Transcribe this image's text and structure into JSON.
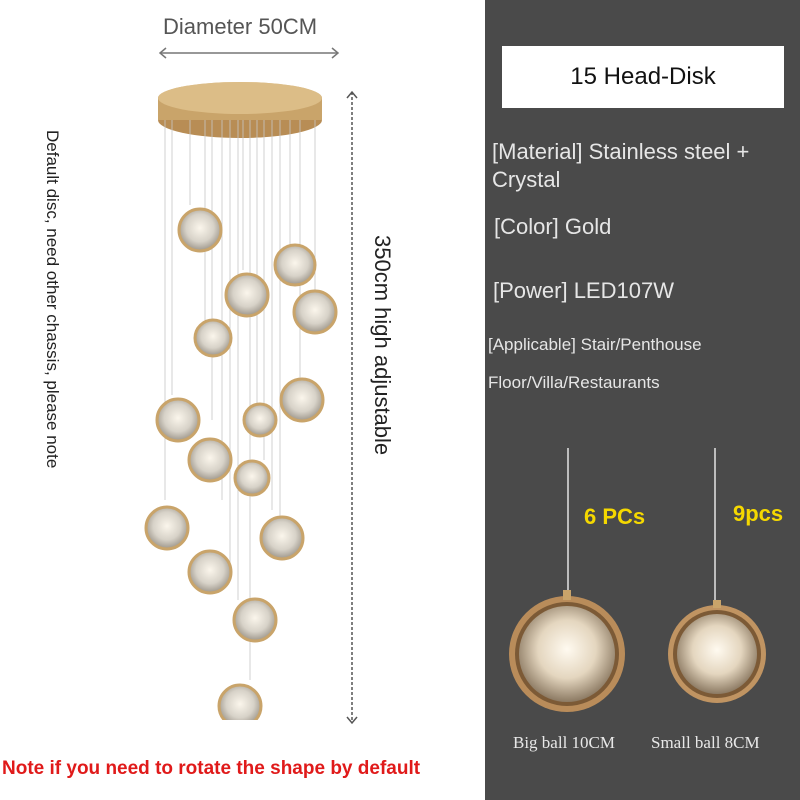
{
  "left": {
    "diameter_label": "Diameter 50CM",
    "height_label": "350cm high adjustable",
    "vertical_note": "Default disc, need other chassis, please note",
    "bottom_note": "Note if you need to rotate the shape by default"
  },
  "right": {
    "title": "15 Head-Disk",
    "specs": {
      "material": "[Material] Stainless steel + Crystal",
      "color": "[Color] Gold",
      "power": "[Power] LED107W",
      "applicable_line1": "[Applicable] Stair/Penthouse",
      "applicable_line2": "Floor/Villa/Restaurants"
    },
    "big_ball": {
      "count": "6 PCs",
      "caption": "Big ball 10CM"
    },
    "small_ball": {
      "count": "9pcs",
      "caption": "Small ball 8CM"
    }
  },
  "colors": {
    "panel_dark": "#4a4a4a",
    "gold": "#c9a46a",
    "note_red": "#e01a1a",
    "count_yellow": "#f5d800"
  }
}
